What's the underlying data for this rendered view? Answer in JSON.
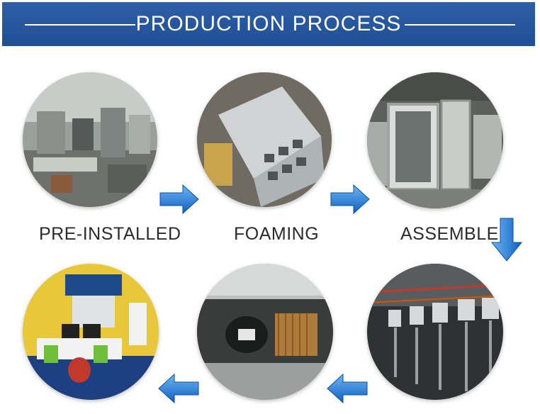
{
  "header": {
    "title": "PRODUCTION PROCESS"
  },
  "steps": [
    {
      "label": "PRE-INSTALLED",
      "photo": "workshop-photo"
    },
    {
      "label": "FOAMING",
      "photo": "foaming-panels-photo"
    },
    {
      "label": "ASSEMBLE",
      "photo": "display-cabinet-assembly-photo"
    },
    {
      "label": "",
      "photo": "production-line-photo"
    },
    {
      "label": "",
      "photo": "compressor-unit-photo"
    },
    {
      "label": "",
      "photo": "office-photo"
    }
  ],
  "colors": {
    "banner": "#2360ae",
    "arrow": "#1f7fe0",
    "label_text": "#2b2b2b"
  },
  "icons": [
    "arrow-right-icon",
    "arrow-down-icon",
    "arrow-left-icon"
  ]
}
